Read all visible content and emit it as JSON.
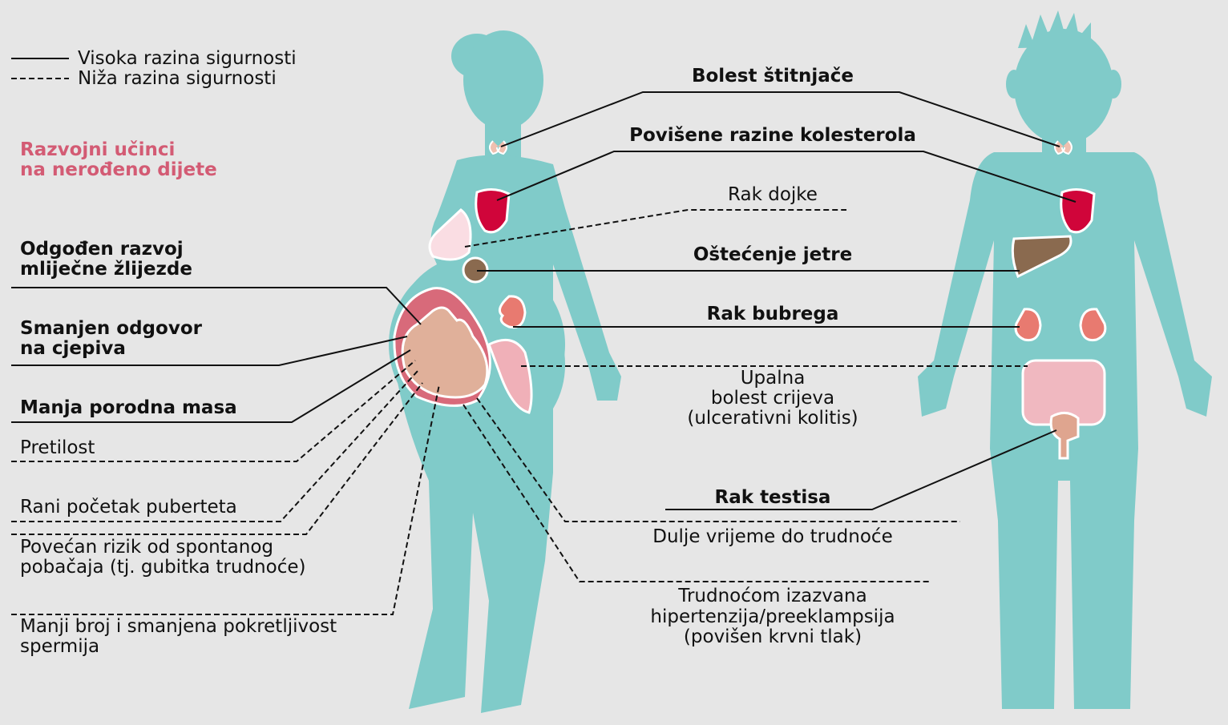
{
  "legend": {
    "solid": "Visoka razina sigurnosti",
    "dashed": "Niža razina sigurnosti"
  },
  "section_title": [
    "Razvojni učinci",
    "na nerođeno dijete"
  ],
  "colors": {
    "background": "#e6e6e6",
    "body": "#80cbc9",
    "accent": "#d35b74",
    "heart": "#d0053a",
    "liver": "#8a6a4f",
    "kidney": "#e87a70"
  },
  "left_labels": {
    "mammary": [
      "Odgođen razvoj",
      "mliječne žlijezde"
    ],
    "vaccine": [
      "Smanjen odgovor",
      "na cjepiva"
    ],
    "birth_weight": "Manja porodna masa",
    "obesity": "Pretilost",
    "puberty": "Rani početak puberteta",
    "miscarriage": [
      "Povećan rizik od spontanog",
      "pobačaja (tj. gubitka trudnoće)"
    ],
    "sperm": [
      "Manji broj i smanjena pokretljivost",
      "spermija"
    ]
  },
  "center_labels": {
    "thyroid": "Bolest štitnjače",
    "cholesterol": "Povišene razine kolesterola",
    "breast_cancer": "Rak dojke",
    "liver": "Oštećenje jetre",
    "kidney": "Rak bubrega",
    "ibd": [
      "Upalna",
      "bolest crijeva",
      "(ulcerativni kolitis)"
    ],
    "testis": "Rak testisa",
    "fertility": "Dulje vrijeme do trudnoće",
    "hypertension": [
      "Trudnoćom izazvana",
      "hipertenzija/preeklampsija",
      "(povišen krvni tlak)"
    ]
  }
}
